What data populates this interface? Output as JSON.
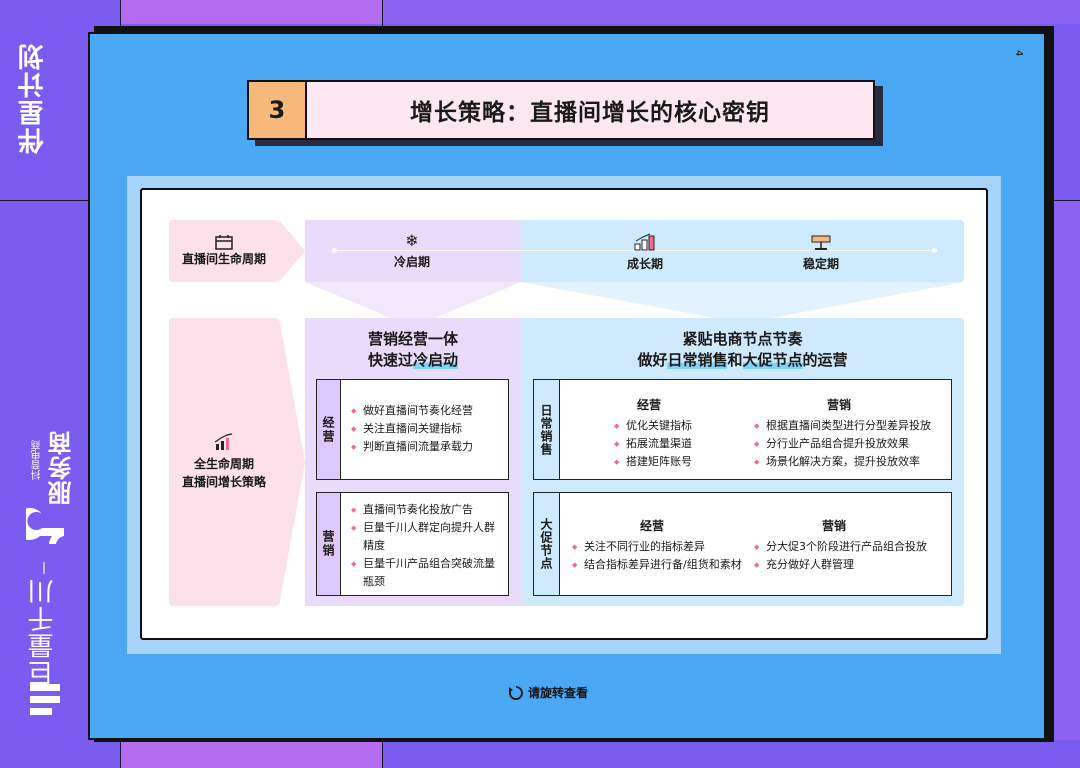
{
  "side": {
    "program_title": "伴星计划",
    "brand_sub": "抖音电商",
    "brand_main": "服务商",
    "qianchuan": "巨量千川"
  },
  "page_number": "4",
  "header": {
    "number": "3",
    "title": "增长策略：直播间增长的核心密钥"
  },
  "lifecycle": {
    "label": "直播间生命周期",
    "phases": [
      "冷启期",
      "成长期",
      "稳定期"
    ]
  },
  "strategy": {
    "label_line1": "全生命周期",
    "label_line2": "直播间增长策略",
    "left": {
      "heading_line1": "营销经营一体",
      "heading_pre": "快速过",
      "heading_hl": "冷启动",
      "boxes": [
        {
          "tag": "经营",
          "items": [
            "做好直播间节奏化经营",
            "关注直播间关键指标",
            "判断直播间流量承载力"
          ]
        },
        {
          "tag": "营销",
          "items": [
            "直播间节奏化投放广告",
            "巨量千川人群定向提升人群精度",
            "巨量千川产品组合突破流量瓶颈"
          ]
        }
      ]
    },
    "right": {
      "heading_line1": "紧贴电商节点节奏",
      "heading_pre": "做好",
      "heading_hl1": "日常销售",
      "heading_mid": "和",
      "heading_hl2": "大促节点",
      "heading_post": "的运营",
      "boxes": [
        {
          "tag": "日常销售",
          "col1_title": "经营",
          "col1_items": [
            "优化关键指标",
            "拓展流量渠道",
            "搭建矩阵账号"
          ],
          "col2_title": "营销",
          "col2_items": [
            "根据直播间类型进行分型差异投放",
            "分行业产品组合提升投放效果",
            "场景化解决方案，提升投放效率"
          ]
        },
        {
          "tag": "大促节点",
          "col1_title": "经营",
          "col1_items": [
            "关注不同行业的指标差异",
            "结合指标差异进行备/组货和素材"
          ],
          "col2_title": "营销",
          "col2_items": [
            "分大促3个阶段进行产品组合投放",
            "充分做好人群管理"
          ]
        }
      ]
    }
  },
  "footer": {
    "text": "请旋转查看"
  },
  "colors": {
    "background": "#7b5cf0",
    "card": "#4aa8f5",
    "accent_pink": "#f06b8e",
    "badge_orange": "#f7b97a"
  }
}
